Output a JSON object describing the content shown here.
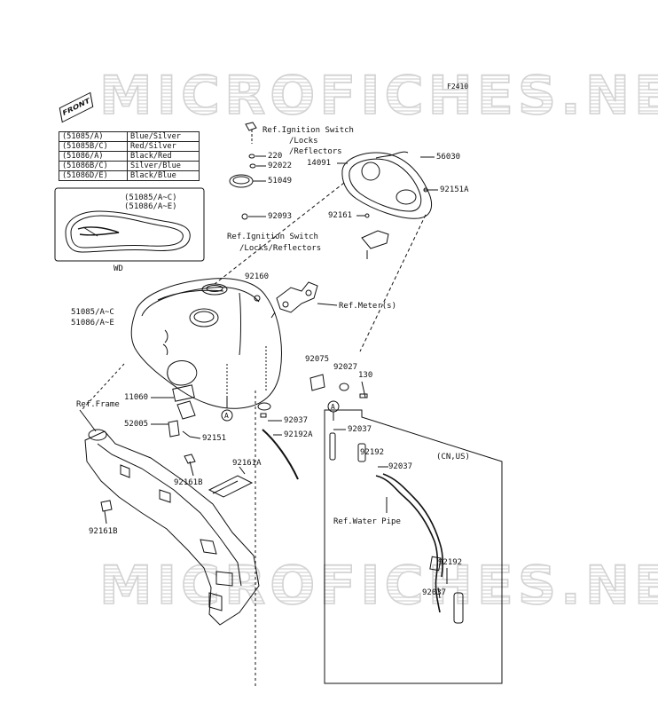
{
  "watermark_text": "MICROFICHES.NET",
  "figure_code": "F2410",
  "front_badge": "FRONT",
  "legend": [
    {
      "code": "(51085/A)",
      "color": "Blue/Silver"
    },
    {
      "code": "(51085B/C)",
      "color": "Red/Silver"
    },
    {
      "code": "(51086/A)",
      "color": "Black/Red"
    },
    {
      "code": "(51086B/C)",
      "color": "Silver/Blue"
    },
    {
      "code": "(51086D/E)",
      "color": "Black/Blue"
    }
  ],
  "inset": {
    "code_a": "(51085/A~C)",
    "code_b": "(51086/A~E)",
    "caption": "WD"
  },
  "labels": {
    "ref_ignition_1": "Ref.Ignition Switch",
    "ref_ignition_1b": "/Locks",
    "ref_ignition_1c": "/Reflectors",
    "p220": "220",
    "p92022": "92022",
    "p51049": "51049",
    "p14091": "14091",
    "p56030": "56030",
    "p92151A": "92151A",
    "p92161_top": "92161",
    "p92093": "92093",
    "ref_ignition_2": "Ref.Ignition Switch",
    "ref_ignition_2b": "/Locks/Reflectors",
    "p92160": "92160",
    "ref_meter": "Ref.Meter(s)",
    "tank_a": "51085/A~C",
    "tank_b": "51086/A~E",
    "p92075": "92075",
    "p92027": "92027",
    "p130": "130",
    "p11060": "11060",
    "ref_frame": "Ref.Frame",
    "p52005": "52005",
    "p92151": "92151",
    "p92037_a": "92037",
    "p92192A": "92192A",
    "circle_a_1": "A",
    "circle_a_2": "A",
    "p92037_b": "92037",
    "p92192_a": "92192",
    "p92037_c": "92037",
    "cn_us": "(CN,US)",
    "p92161A": "92161A",
    "p92161B_a": "92161B",
    "p92161B_b": "92161B",
    "ref_water_pipe": "Ref.Water Pipe",
    "p92192_b": "92192",
    "p92037_d": "92037"
  }
}
